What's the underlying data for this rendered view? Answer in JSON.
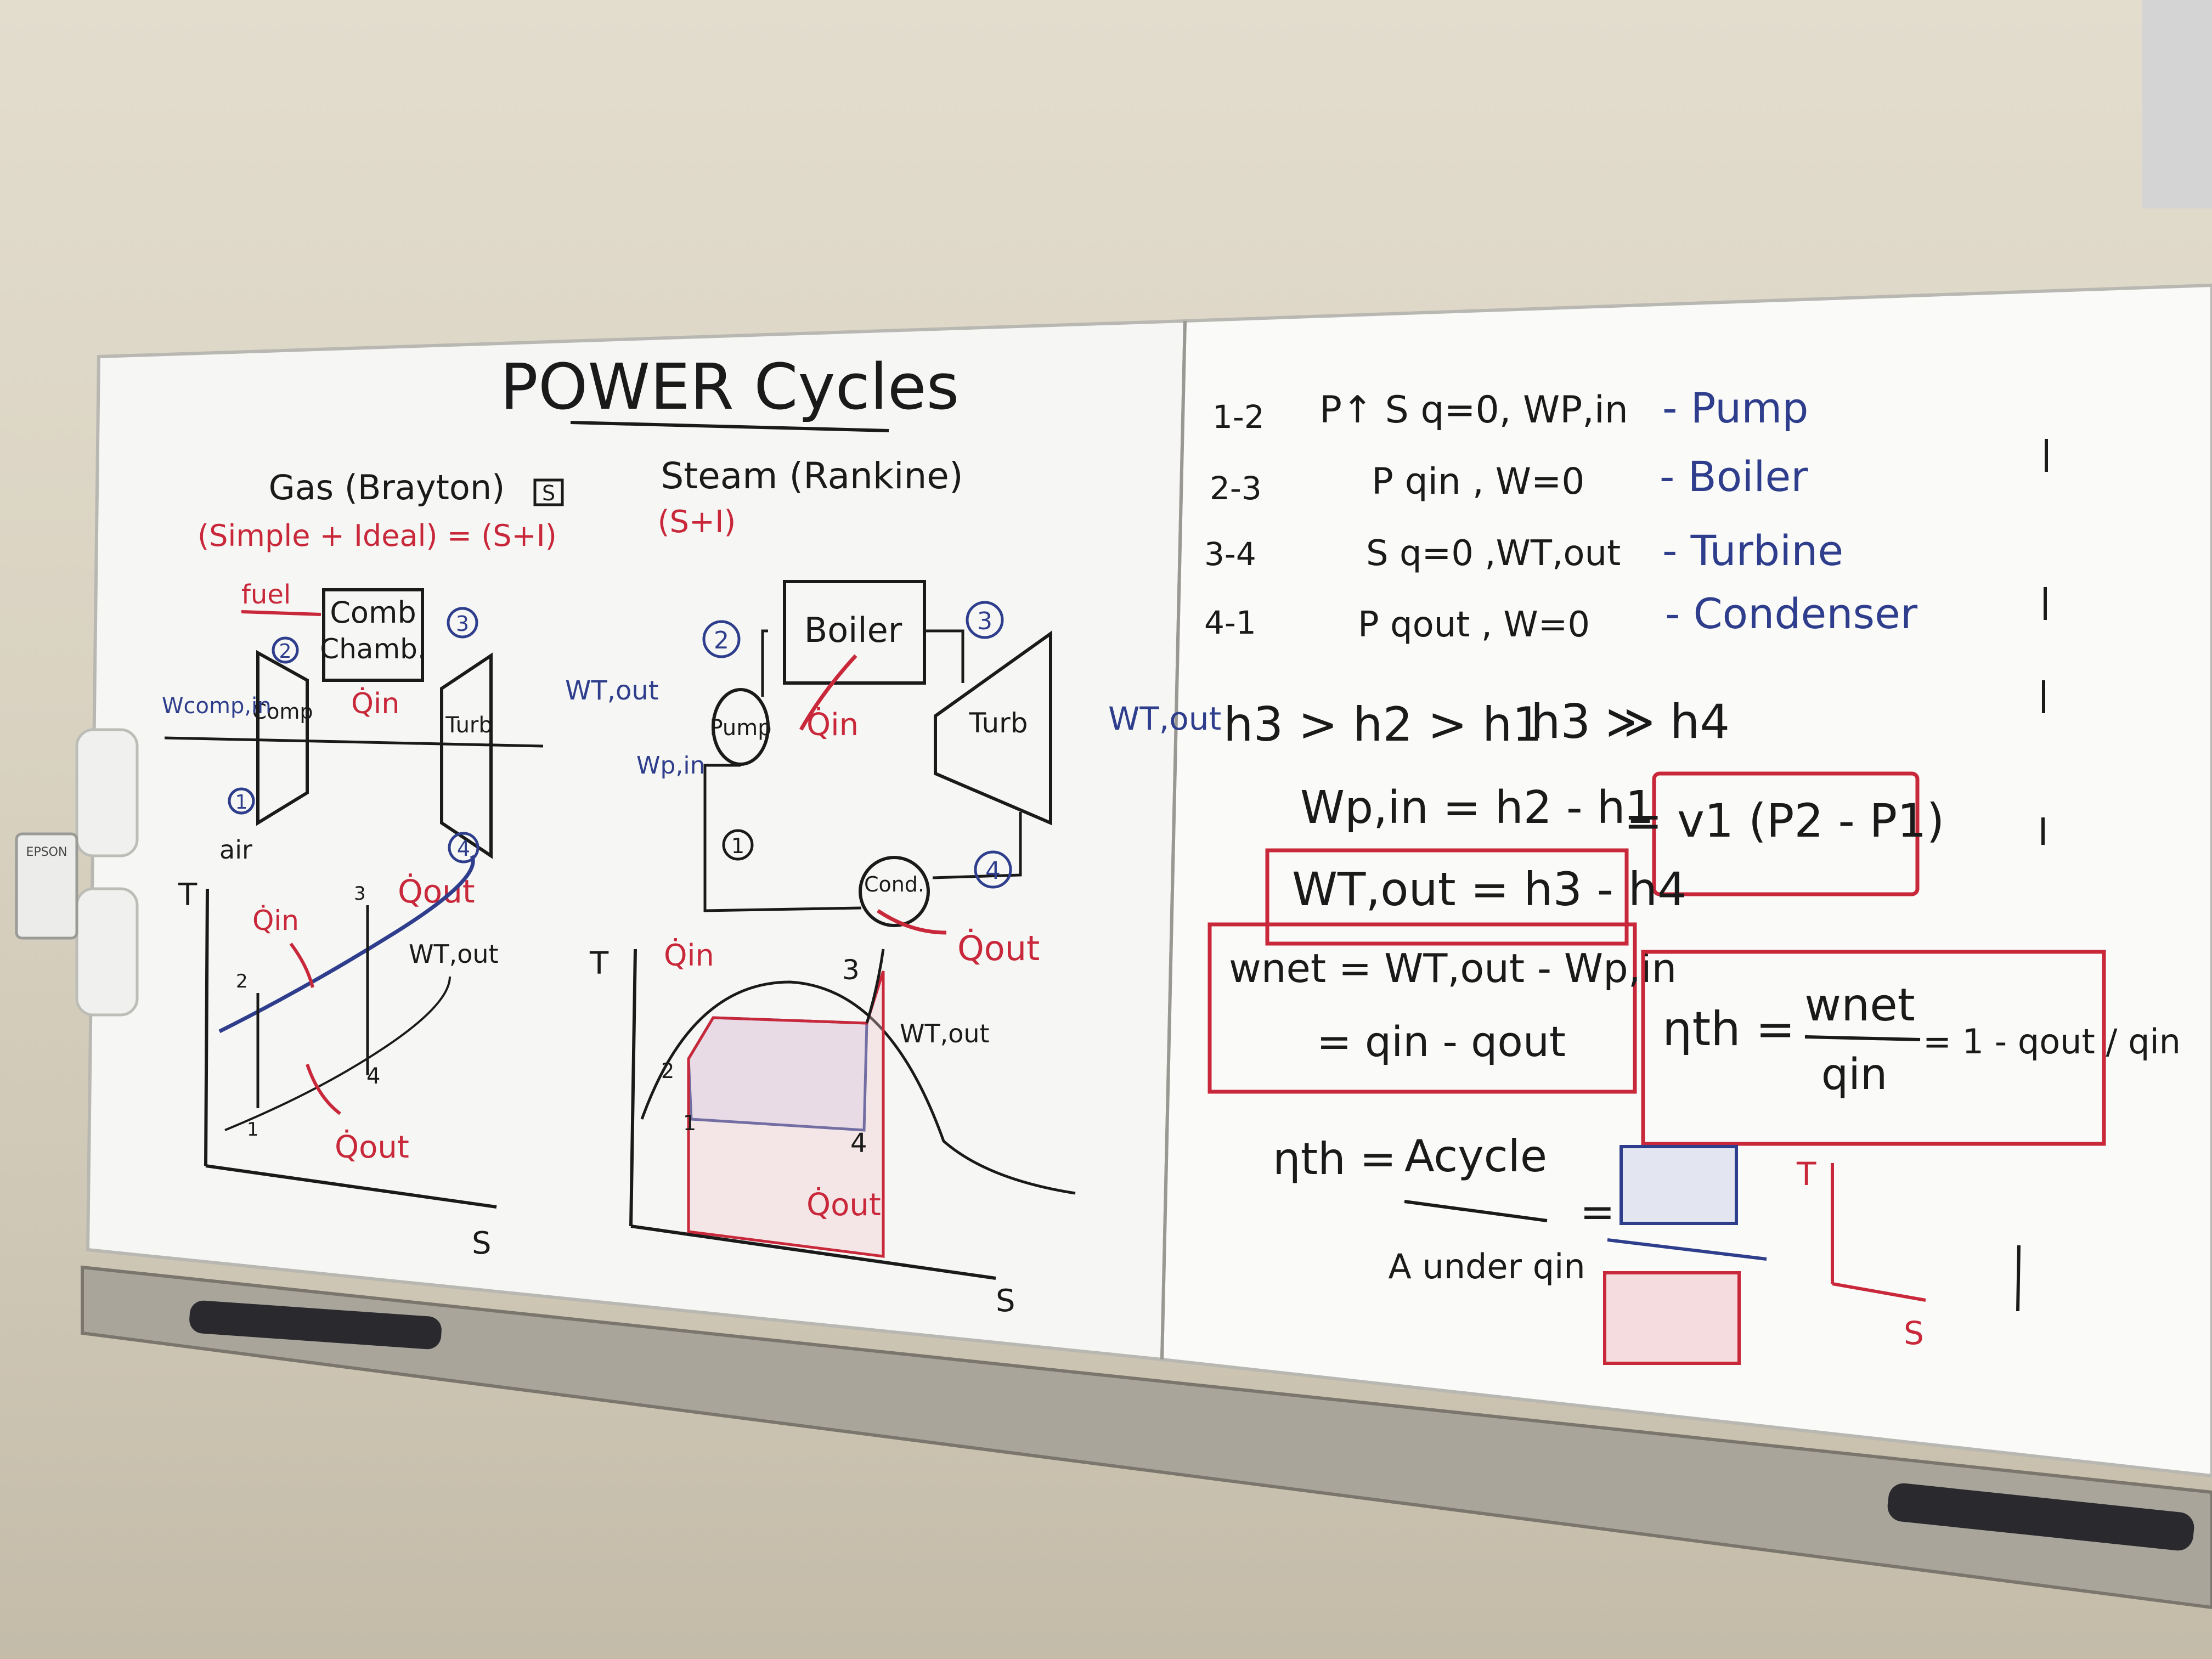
{
  "title": "POWER Cycles",
  "brayton": {
    "heading": "Gas (Brayton)",
    "tag": "S",
    "subheading": "(Simple + Ideal) = (S+I)",
    "fuel": "fuel",
    "comb_line1": "Comb",
    "comb_line2": "Chamb.",
    "qin": "Q̇in",
    "comp": "Comp",
    "turb": "Turb",
    "wcomp": "Wcomp,in",
    "wtout": "WT,out",
    "air": "air",
    "state1": "1",
    "state2": "2",
    "state3": "3",
    "state4": "4",
    "qout": "Q̇out"
  },
  "brayton_ts": {
    "t_axis": "T",
    "s_axis": "S",
    "qin": "Q̇in",
    "wtout": "WT,out",
    "qout": "Q̇out",
    "p1": "1",
    "p2": "2",
    "p3": "3",
    "p4": "4"
  },
  "rankine": {
    "heading": "Steam (Rankine)",
    "subheading": "(S+I)",
    "boiler": "Boiler",
    "qin": "Q̇in",
    "pump": "Pump",
    "turb": "Turb",
    "wpin": "Wp,in",
    "wtout": "WT,out",
    "cond": "Cond.",
    "qout": "Q̇out",
    "state1": "1",
    "state2": "2",
    "state3": "3",
    "state4": "4"
  },
  "rankine_ts": {
    "t_axis": "T",
    "s_axis": "S",
    "qin": "Q̇in",
    "wtout": "WT,out",
    "qout": "Q̇out",
    "p1": "1",
    "p2": "2",
    "p3": "3",
    "p4": "4"
  },
  "processes": [
    {
      "range": "1-2",
      "badge": "S",
      "desc": "P↑ S q=0, WP,in",
      "component": "- Pump"
    },
    {
      "range": "2-3",
      "badge": "P",
      "desc": "P qin , W=0",
      "component": "- Boiler"
    },
    {
      "range": "3-4",
      "badge": "S",
      "desc": "S q=0 ,WT,out",
      "component": "- Turbine"
    },
    {
      "range": "4-1",
      "badge": "P",
      "desc": "P qout , W=0",
      "component": "- Condenser"
    }
  ],
  "equations": {
    "order1": "h3 > h2 > h1",
    "order2": "h3 ≫ h4",
    "pump_work": "Wp,in = h2 - h1",
    "pump_work_alt": "= v1 (P2 - P1)",
    "turbine_work": "WT,out = h3 - h4",
    "net_line1": "wnet = WT,out - Wp,in",
    "net_line2": "= qin - qout",
    "eff_lhs": "ηth =",
    "eff_num": "wnet",
    "eff_den": "qin",
    "eff_rhs": "= 1 - qout / qin",
    "area_lhs": "ηth =",
    "area_num": "Acycle",
    "area_den": "A under qin",
    "area_eq": "="
  },
  "small_ts": {
    "t_axis": "T",
    "s_axis": "S"
  },
  "device_label": "EPSON"
}
